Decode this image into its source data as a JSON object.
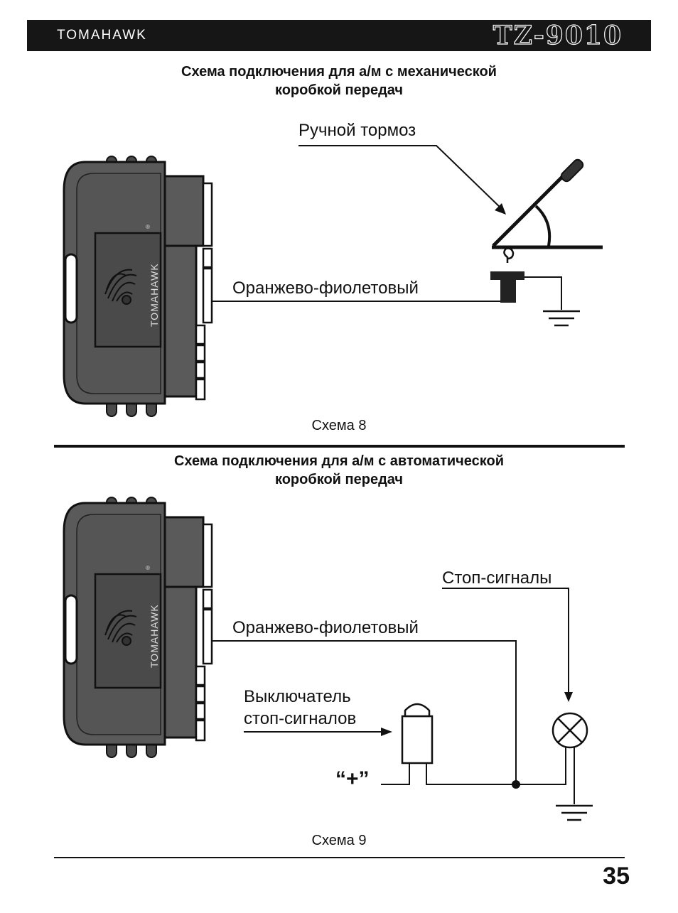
{
  "header": {
    "brand": "TOMAHAWK",
    "model": "TZ-9010"
  },
  "diagram8": {
    "title_line1": "Схема подключения для а/м с механической",
    "title_line2": "коробкой передач",
    "label_handbrake": "Ручной тормоз",
    "label_wire": "Оранжево-фиолетовый",
    "caption": "Схема 8"
  },
  "diagram9": {
    "title_line1": "Схема подключения для а/м с автоматической",
    "title_line2": "коробкой передач",
    "label_stoplights": "Стоп-сигналы",
    "label_wire": "Оранжево-фиолетовый",
    "label_switch_line1": "Выключатель",
    "label_switch_line2": "стоп-сигналов",
    "label_plus": "“+”",
    "caption": "Схема 9"
  },
  "device": {
    "brand_text": "TOMAHAWK",
    "registered_mark": "®"
  },
  "page_number": "35",
  "colors": {
    "device_body": "#5a5a5a",
    "device_panel": "#4a4a4a",
    "ink": "#111111"
  }
}
